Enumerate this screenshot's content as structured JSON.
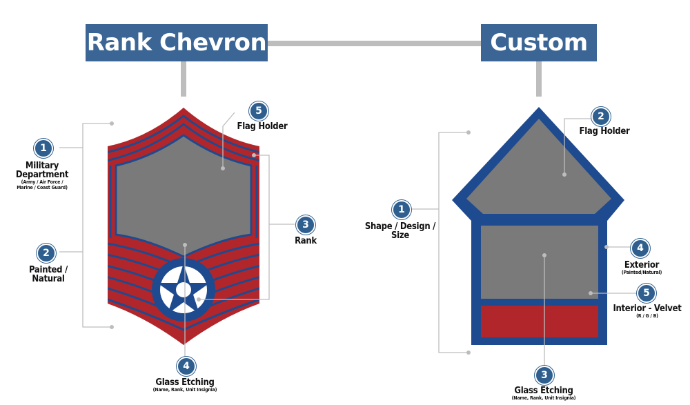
{
  "headers": {
    "left": "Rank Chevron",
    "right": "Custom"
  },
  "chevron": {
    "callouts": [
      {
        "num": "1",
        "label": "Military",
        "label2": "Department",
        "sub": "(Army / Air Force /",
        "sub2": "Marine / Coast Guard)"
      },
      {
        "num": "2",
        "label": "Painted /",
        "label2": "Natural"
      },
      {
        "num": "3",
        "label": "Rank"
      },
      {
        "num": "4",
        "label": "Glass Etching",
        "sub": "(Name, Rank, Unit Insignia)"
      },
      {
        "num": "5",
        "label": "Flag Holder"
      }
    ]
  },
  "custom": {
    "callouts": [
      {
        "num": "1",
        "label": "Shape / Design /",
        "label2": "Size"
      },
      {
        "num": "2",
        "label": "Flag Holder"
      },
      {
        "num": "3",
        "label": "Glass Etching",
        "sub": "(Name, Rank, Unit Insignia)"
      },
      {
        "num": "4",
        "label": "Exterior",
        "sub": "(Painted/Natural)"
      },
      {
        "num": "5",
        "label": "Interior - Velvet",
        "sub": "(R / G / B)"
      }
    ]
  },
  "colors": {
    "navy": "#1e4a8f",
    "red": "#b1262b",
    "glass": "#7a7a7a",
    "header": "#3a6594",
    "connector": "#bdbdbd"
  }
}
